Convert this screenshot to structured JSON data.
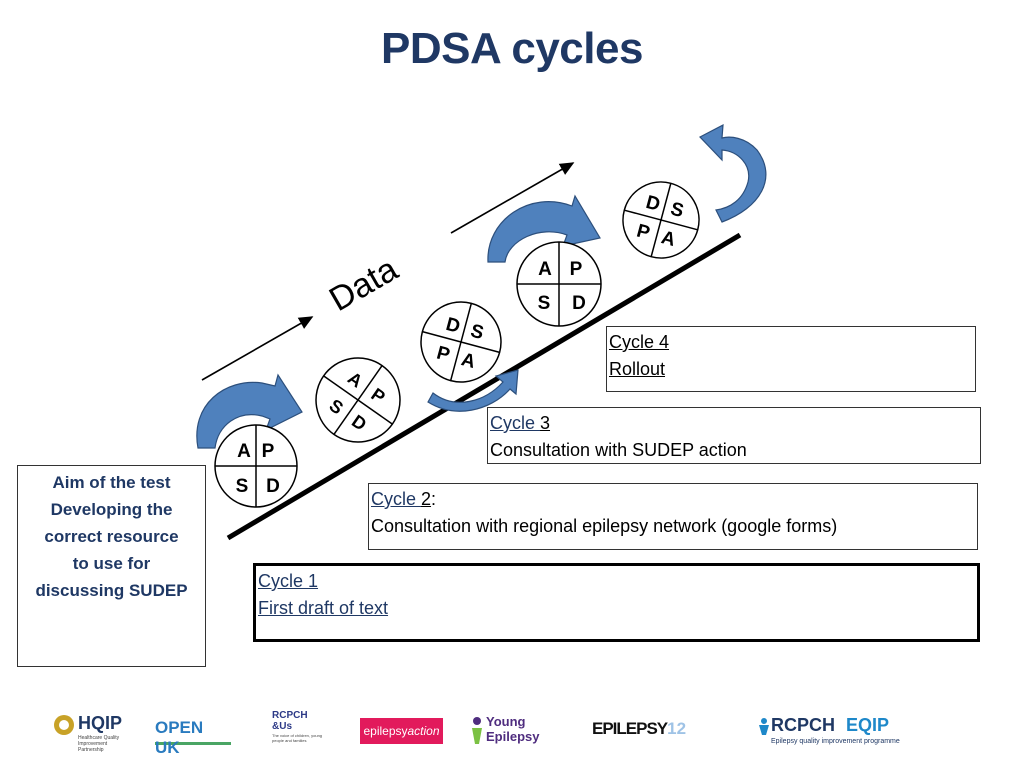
{
  "title": "PDSA cycles",
  "data_label": "Data",
  "aim": {
    "lines": [
      "Aim of the test",
      "Developing the",
      "correct resource",
      "to use for",
      "discussing SUDEP"
    ]
  },
  "cycles": [
    {
      "name": "Cycle 1",
      "desc": "First draft of text"
    },
    {
      "name_a": "Cycle ",
      "name_b": "2",
      "name_c": ":",
      "desc": "Consultation with regional epilepsy network (google forms)"
    },
    {
      "name_a": "Cycle ",
      "name_b": "3",
      "desc": "Consultation with SUDEP action"
    },
    {
      "name": "Cycle 4",
      "desc": "Rollout"
    }
  ],
  "pdsa_letters": {
    "p": "P",
    "d": "D",
    "s": "S",
    "a": "A"
  },
  "logos": {
    "hqip": "HQIP",
    "hqip_sub": "Healthcare Quality Improvement Partnership",
    "openuk": "OPEN UK",
    "rcpch_us": "RCPCH",
    "rcpch_us2": "&Us",
    "rcpch_us_sub": "The voice of children, young people and families",
    "epilepsy_action_a": "epilepsy",
    "epilepsy_action_b": "action",
    "young_epilepsy_a": "Young",
    "young_epilepsy_b": "Epilepsy",
    "epilepsy12_a": "EPILEPSY",
    "epilepsy12_b": "12",
    "rcpch_eqip": "RCPCH",
    "rcpch_eqip_b": "EQIP",
    "rcpch_eqip_sub": "Epilepsy quality improvement programme"
  },
  "colors": {
    "title": "#1f3864",
    "arrow_fill": "#4f81bd",
    "arrow_stroke": "#2c4f7c",
    "link": "#1f3864"
  }
}
